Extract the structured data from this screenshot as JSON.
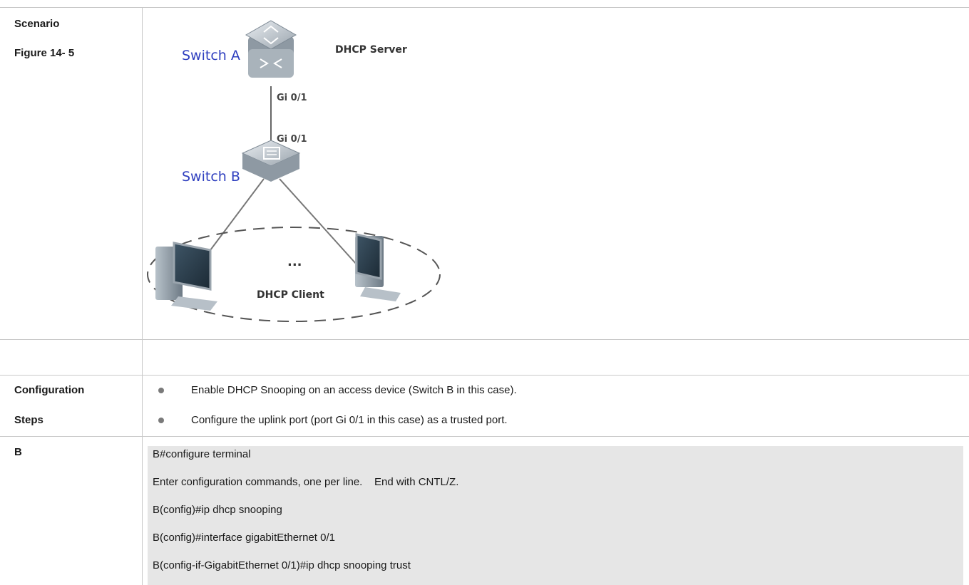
{
  "scenario": {
    "label": "Scenario",
    "figure_label": "Figure 14- 5"
  },
  "diagram": {
    "switch_a": "Switch A",
    "switch_a_role": "DHCP Server",
    "switch_a_port": "Gi 0/1",
    "switch_b": "Switch B",
    "switch_b_port": "Gi 0/1",
    "ellipsis": "...",
    "clients_label": "DHCP Client"
  },
  "configuration_steps": {
    "label_line1": "Configuration",
    "label_line2": "Steps",
    "steps": [
      "Enable DHCP Snooping on an access device (Switch B in this case).",
      "Configure the uplink port (port Gi 0/1 in this case) as a trusted port."
    ]
  },
  "device_b": {
    "label": "B",
    "commands": [
      "B#configure terminal",
      "Enter configuration commands, one per line.    End with CNTL/Z.",
      "B(config)#ip dhcp snooping",
      "B(config)#interface gigabitEthernet 0/1",
      "B(config-if-GigabitEthernet 0/1)#ip dhcp snooping trust"
    ]
  }
}
